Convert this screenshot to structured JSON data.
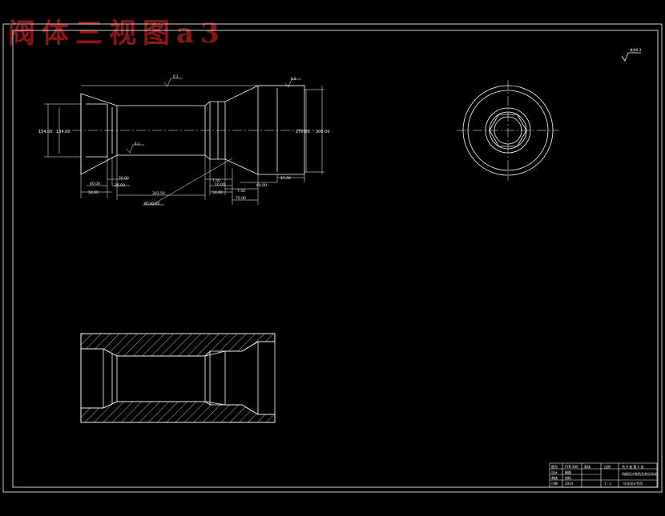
{
  "overlay_title": "阀体三视图a3",
  "dims": {
    "rough_top": "6.3",
    "rough_top_right": "6.3",
    "rough_inner": "6.3",
    "rough_corner": "其余6.3",
    "d_left_outer": "154.00",
    "d_left_inner": "134.00",
    "d_right_inner": "270.00",
    "d_right_outer": "300.00",
    "d_phi": "Ø140.00",
    "l_a": "60.00",
    "l_b": "50.00",
    "l_c": "20.00",
    "l_d": "25.00",
    "l_main": "303.50",
    "l_e": "7.50",
    "l_f": "10.00",
    "l_g": "50.00",
    "l_h": "7.50",
    "l_i": "75.00",
    "l_j": "60.00",
    "l_k": "15.00"
  },
  "title_block": {
    "r1": [
      "图号",
      "FYB-300",
      "泵体",
      "比例",
      "共 9 张 第 1 张"
    ],
    "r2": [
      "设计",
      "制图"
    ],
    "r3": [
      "审核",
      "材料"
    ],
    "r4": [
      "日期",
      "2024",
      "1 : 1"
    ],
    "school": "机械设计制造及其自动化",
    "dept": "毕业设计专用"
  }
}
